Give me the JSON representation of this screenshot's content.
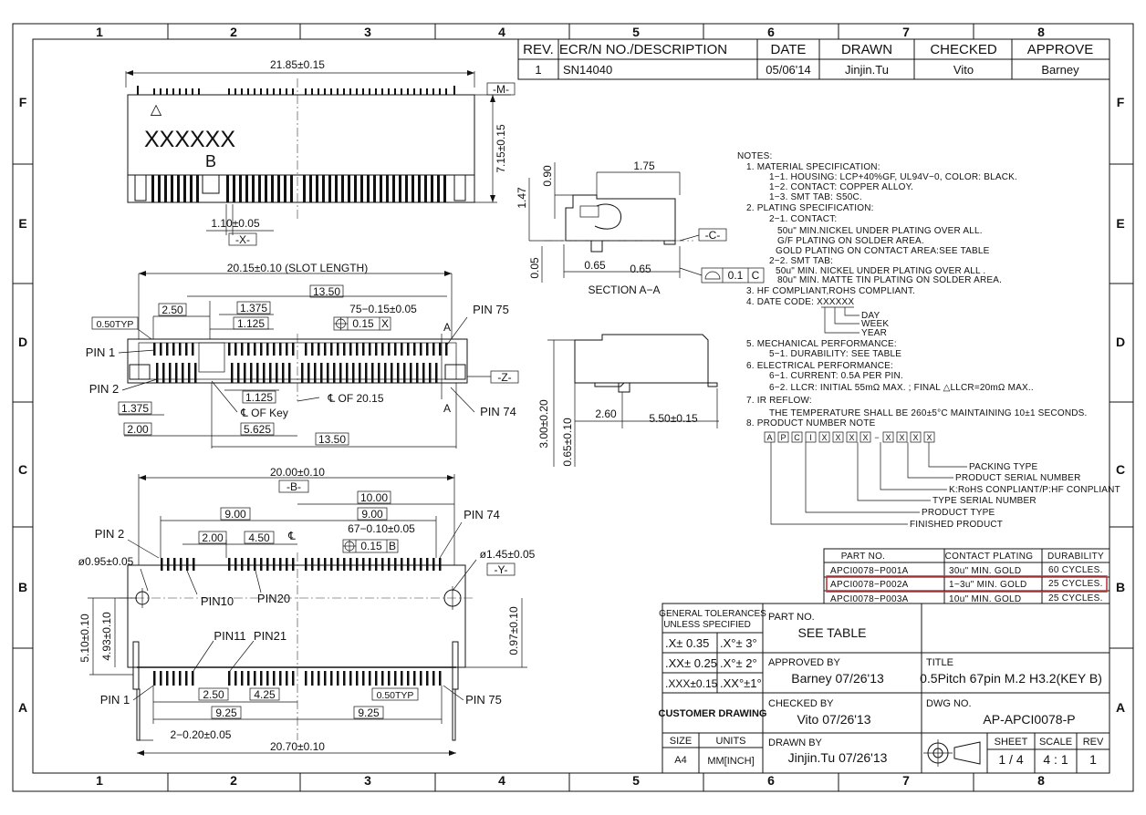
{
  "border": {
    "cols": [
      "1",
      "2",
      "3",
      "4",
      "5",
      "6",
      "7",
      "8"
    ],
    "rows": [
      "F",
      "E",
      "D",
      "C",
      "B",
      "A"
    ]
  },
  "revision_table": {
    "headers": [
      "REV.",
      "ECR/N NO./DESCRIPTION",
      "DATE",
      "DRAWN",
      "CHECKED",
      "APPROVE"
    ],
    "row": [
      "1",
      "SN14040",
      "05/06'14",
      "Jinjin.Tu",
      "Vito",
      "Barney"
    ]
  },
  "top_view": {
    "width_dim": "21.85±0.15",
    "height_dim": "7.15±0.15",
    "pitch_dim": "1.10±0.05",
    "datum_m": "-M-",
    "datum_x": "-X-",
    "marking": "XXXXXX",
    "key_letter": "B",
    "triangle": "△"
  },
  "front_view": {
    "slot_length": "20.15±0.10 (SLOT LENGTH)",
    "dim_13_50_top": "13.50",
    "dim_2_50": "2.50",
    "dim_1_375_top": "1.375",
    "dim_75": "75−0.15±0.05",
    "dim_1_125_top": "1.125",
    "gdt_015_x": "0.15",
    "gdt_x_ref": "X",
    "pitch_typ": "0.50TYP",
    "pin_1": "PIN 1",
    "pin_2": "PIN 2",
    "pin_75": "PIN 75",
    "pin_74": "PIN 74",
    "datum_z": "-Z-",
    "section_a": "A",
    "dim_1_125_bot": "1.125",
    "cl_20_15": "℄ OF 20.15",
    "dim_1_375_bot": "1.375",
    "cl_key": "℄ OF Key",
    "dim_2_00": "2.00",
    "dim_5_625": "5.625",
    "dim_13_50_bot": "13.50"
  },
  "section_view": {
    "dim_1_75": "1.75",
    "dim_0_90": "0.90",
    "dim_1_47": "1.47",
    "dim_0_05": "0.05",
    "dim_0_65a": "0.65",
    "dim_0_65b": "0.65",
    "datum_c": "-C-",
    "flatness": "0.1",
    "flatness_ref": "C",
    "label": "SECTION A−A"
  },
  "side_view": {
    "dim_2_60": "2.60",
    "dim_5_50": "5.50±0.15",
    "dim_3_00": "3.00±0.20",
    "dim_0_65": "0.65±0.10"
  },
  "notes": {
    "title": "NOTES:",
    "lines": [
      "1. MATERIAL SPECIFICATION:",
      "1−1. HOUSING: LCP+40%GF, UL94V−0, COLOR: BLACK.",
      "1−2. CONTACT: COPPER ALLOY.",
      "1−3. SMT TAB: S50C.",
      "2. PLATING SPECIFICATION:",
      "2−1. CONTACT:",
      "50u\" MIN.NICKEL UNDER PLATING OVER ALL.",
      "G/F PLATING ON SOLDER AREA.",
      "GOLD  PLATING ON CONTACT AREA:SEE TABLE",
      "2−2. SMT TAB:",
      "50u\" MIN. NICKEL UNDER PLATING OVER ALL .",
      "80u\" MIN. MATTE TIN PLATING ON SOLDER AREA.",
      "3. HF COMPLIANT,ROHS COMPLIANT.",
      "4. DATE CODE: XXXXXX",
      "5. MECHANICAL PERFORMANCE:",
      "5−1. DURABILITY: SEE TABLE",
      "6. ELECTRICAL PERFORMANCE:",
      "6−1. CURRENT: 0.5A PER PIN.",
      "6−2. LLCR: INITIAL 55mΩ MAX. ; FINAL △LLCR=20mΩ MAX..",
      "7. IR REFLOW:",
      "THE TEMPERATURE SHALL BE 260±5°C MAINTAINING 10±1 SECONDS.",
      "8. PRODUCT NUMBER NOTE"
    ],
    "date_day": "DAY",
    "date_week": "WEEK",
    "date_year": "YEAR",
    "pn_boxes": [
      "A",
      "P",
      "C",
      "I",
      "X",
      "X",
      "X",
      "X",
      "X",
      "X",
      "X",
      "X"
    ],
    "pn_dash": "−",
    "pn_labels": [
      "PACKING TYPE",
      "PRODUCT SERIAL NUMBER",
      "K:RoHS CONPLIANT/P:HF CONPLIANT",
      "TYPE SERIAL NUMBER",
      "PRODUCT TYPE",
      "FINISHED PRODUCT"
    ]
  },
  "part_table": {
    "headers": [
      "PART  NO.",
      "CONTACT  PLATING",
      "DURABILITY"
    ],
    "rows": [
      [
        "APCI0078−P001A",
        "30u\"  MIN.  GOLD",
        "60  CYCLES."
      ],
      [
        "APCI0078−P002A",
        "1~3u\"  MIN.  GOLD",
        "25  CYCLES."
      ],
      [
        "APCI0078−P003A",
        "10u\"  MIN.  GOLD",
        "25  CYCLES."
      ]
    ],
    "highlight_row": 1,
    "highlight_color": "#c0393b"
  },
  "bottom_view": {
    "width_20": "20.00±0.10",
    "datum_b": "-B-",
    "dim_10_00": "10.00",
    "dim_9_00a": "9.00",
    "dim_9_00b": "9.00",
    "dim_2_00": "2.00",
    "dim_4_50": "4.50",
    "cl": "℄",
    "dim_67": "67−0.10±0.05",
    "gdt_015_b": "0.15",
    "gdt_b_ref": "B",
    "hole_left": "ø0.95±0.05",
    "hole_right": "ø1.45±0.05",
    "datum_y": "-Y-",
    "pin_2": "PIN  2",
    "pin_74": "PIN  74",
    "pin_10": "PIN10",
    "pin_20": "PIN20",
    "pin_11": "PIN11",
    "pin_21": "PIN21",
    "pin_1": "PIN  1",
    "pin_75": "PIN  75",
    "dim_5_10": "5.10±0.10",
    "dim_4_93": "4.93±0.10",
    "dim_0_97": "0.97±0.10",
    "dim_2_50": "2.50",
    "dim_4_25": "4.25",
    "dim_0_50typ": "0.50TYP",
    "dim_9_25a": "9.25",
    "dim_9_25b": "9.25",
    "dim_2_020": "2−0.20±0.05",
    "dim_20_70": "20.70±0.10"
  },
  "title_block": {
    "gen_tol_title": "GENERAL TOLERANCES",
    "gen_tol_sub": "UNLESS SPECIFIED",
    "tol_x": ".X± 0.35",
    "tol_xa": ".X°± 3°",
    "tol_xx": ".XX± 0.25",
    "tol_xxa": ".X°± 2°",
    "tol_xxx": ".XXX±0.15",
    "tol_xxxa": ".XX°±1°",
    "part_no_label": "PART NO.",
    "part_no_value": "SEE TABLE",
    "approved_label": "APPROVED BY",
    "approved_value": "Barney  07/26'13",
    "title_label": "TITLE",
    "title_value": "0.5Pitch 67pin M.2 H3.2(KEY B)",
    "customer": "CUSTOMER DRAWING",
    "checked_label": "CHECKED BY",
    "checked_value": "Vito  07/26'13",
    "dwg_label": "DWG NO.",
    "dwg_value": "AP-APCI0078-P",
    "size_label": "SIZE",
    "units_label": "UNITS",
    "size_value": "A4",
    "units_value": "MM[INCH]",
    "drawn_label": "DRAWN BY",
    "drawn_value": "Jinjin.Tu  07/26'13",
    "sheet_label": "SHEET",
    "scale_label": "SCALE",
    "rev_label": "REV",
    "sheet_value": "1 / 4",
    "scale_value": "4 : 1",
    "rev_value": "1"
  }
}
